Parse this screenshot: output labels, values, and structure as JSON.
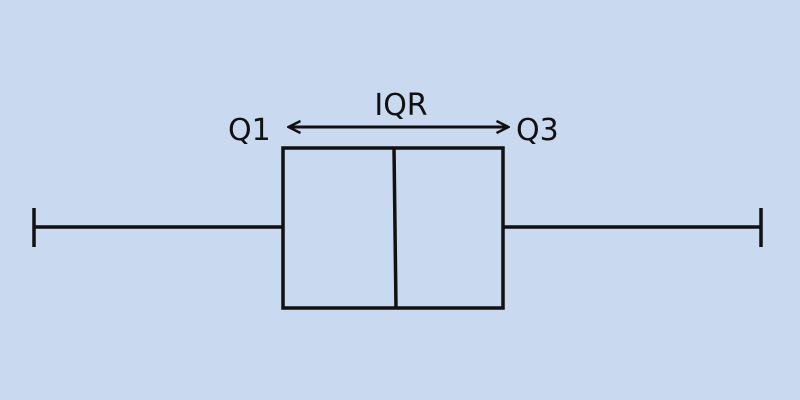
{
  "labels": {
    "q1": "Q1",
    "q3": "Q3",
    "iqr": "IQR"
  },
  "colors": {
    "background": "#c9d9ef",
    "stroke": "#111111"
  }
}
